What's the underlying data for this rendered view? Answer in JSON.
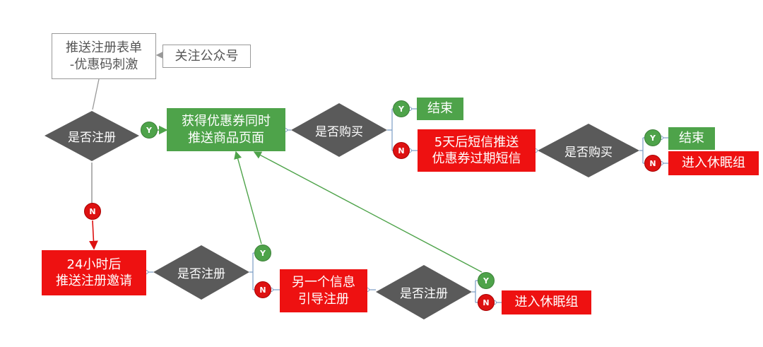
{
  "nodes": {
    "push_form": "推送注册表单\n-优惠码刺激",
    "follow": "关注公众号",
    "q_registered_1": "是否注册",
    "coupon_product": "获得优惠券同时\n推送商品页面",
    "q_buy_1": "是否购买",
    "end_1": "结束",
    "sms_5days": "5天后短信推送\n优惠券过期短信",
    "q_buy_2": "是否购买",
    "end_2": "结束",
    "sleep_1": "进入休眠组",
    "invite_24h": "24小时后\n推送注册邀请",
    "q_registered_2": "是否注册",
    "another_msg": "另一个信息\n引导注册",
    "q_registered_3": "是否注册",
    "sleep_2": "进入休眠组"
  },
  "badges": {
    "yes": "Y",
    "no": "N"
  },
  "colors": {
    "green": "#4ea34a",
    "red": "#ee1111",
    "diamond": "#5a5a5a",
    "connector": "#7b9cc4",
    "gray_line": "#9a9a9a"
  }
}
